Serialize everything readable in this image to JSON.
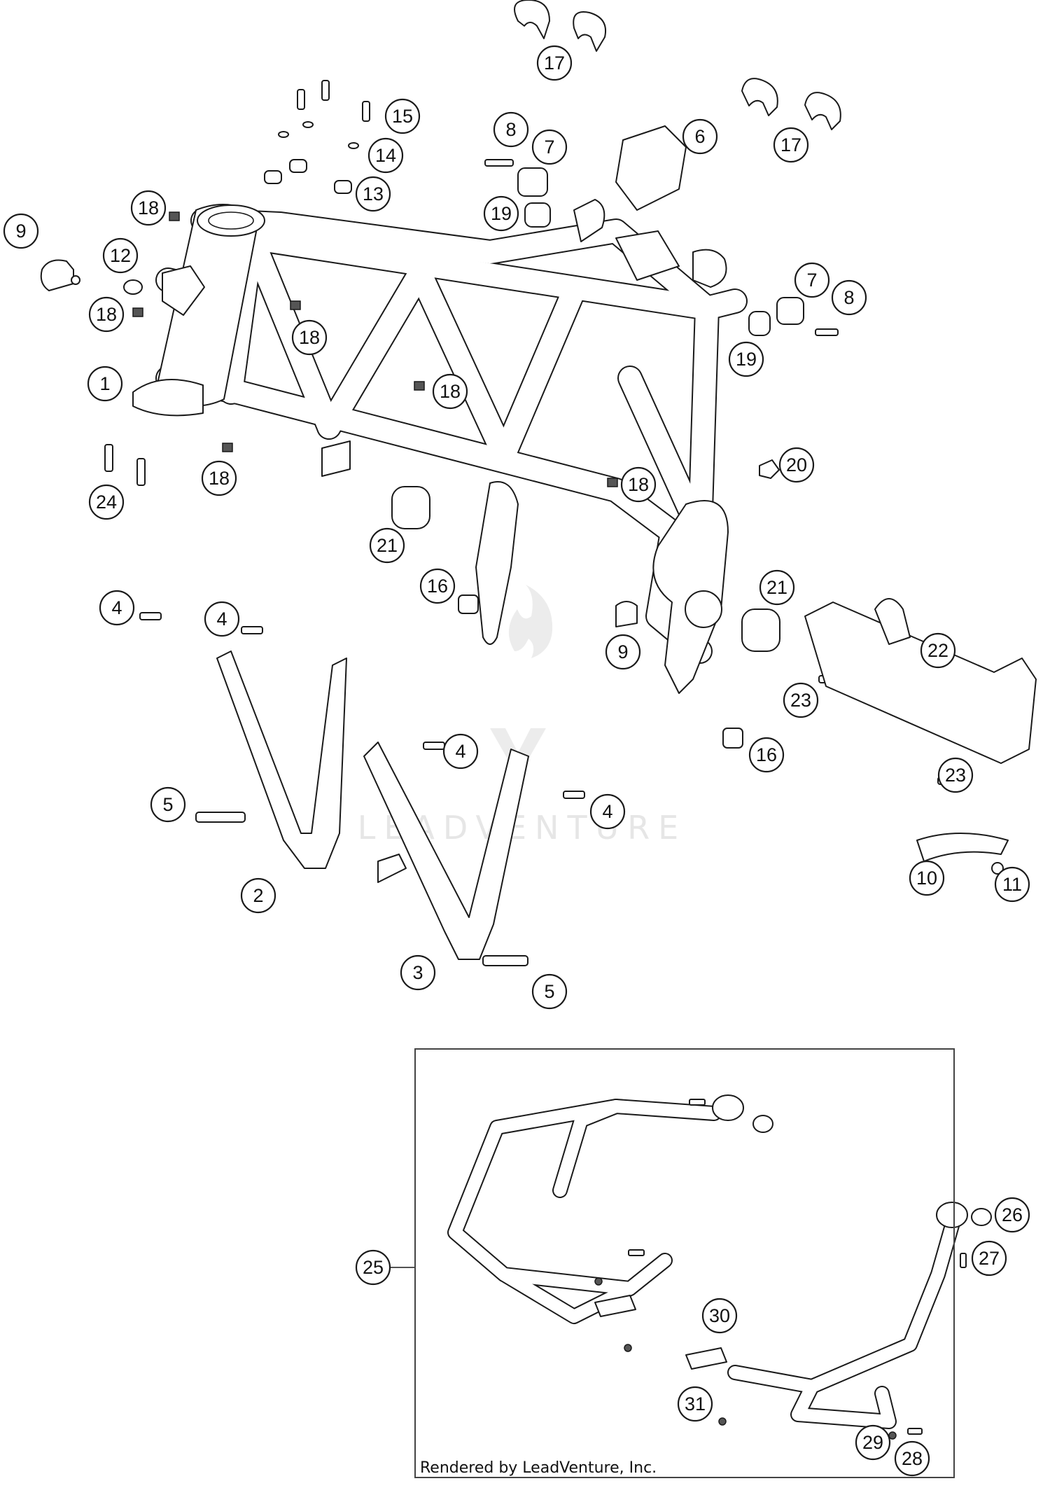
{
  "watermark": "LEADVENTURE",
  "credit": "Rendered by LeadVenture, Inc.",
  "callouts": [
    {
      "id": "c17a",
      "label": "17"
    },
    {
      "id": "c17b",
      "label": "17"
    },
    {
      "id": "c15",
      "label": "15"
    },
    {
      "id": "c14",
      "label": "14"
    },
    {
      "id": "c13",
      "label": "13"
    },
    {
      "id": "c8a",
      "label": "8"
    },
    {
      "id": "c7a",
      "label": "7"
    },
    {
      "id": "c6",
      "label": "6"
    },
    {
      "id": "c19a",
      "label": "19"
    },
    {
      "id": "c18a",
      "label": "18"
    },
    {
      "id": "c9a",
      "label": "9"
    },
    {
      "id": "c12",
      "label": "12"
    },
    {
      "id": "c18b",
      "label": "18"
    },
    {
      "id": "c18c",
      "label": "18"
    },
    {
      "id": "c7b",
      "label": "7"
    },
    {
      "id": "c8b",
      "label": "8"
    },
    {
      "id": "c19b",
      "label": "19"
    },
    {
      "id": "c1",
      "label": "1"
    },
    {
      "id": "c18d",
      "label": "18"
    },
    {
      "id": "c24",
      "label": "24"
    },
    {
      "id": "c18e",
      "label": "18"
    },
    {
      "id": "c20",
      "label": "20"
    },
    {
      "id": "c18f",
      "label": "18"
    },
    {
      "id": "c21a",
      "label": "21"
    },
    {
      "id": "c16a",
      "label": "16"
    },
    {
      "id": "c21b",
      "label": "21"
    },
    {
      "id": "c4a",
      "label": "4"
    },
    {
      "id": "c4b",
      "label": "4"
    },
    {
      "id": "c9b",
      "label": "9"
    },
    {
      "id": "c22",
      "label": "22"
    },
    {
      "id": "c23a",
      "label": "23"
    },
    {
      "id": "c4c",
      "label": "4"
    },
    {
      "id": "c16b",
      "label": "16"
    },
    {
      "id": "c23b",
      "label": "23"
    },
    {
      "id": "c5a",
      "label": "5"
    },
    {
      "id": "c4d",
      "label": "4"
    },
    {
      "id": "c2",
      "label": "2"
    },
    {
      "id": "c10",
      "label": "10"
    },
    {
      "id": "c11",
      "label": "11"
    },
    {
      "id": "c3",
      "label": "3"
    },
    {
      "id": "c5b",
      "label": "5"
    },
    {
      "id": "c26",
      "label": "26"
    },
    {
      "id": "c25",
      "label": "25"
    },
    {
      "id": "c27",
      "label": "27"
    },
    {
      "id": "c30",
      "label": "30"
    },
    {
      "id": "c31",
      "label": "31"
    },
    {
      "id": "c29",
      "label": "29"
    },
    {
      "id": "c28",
      "label": "28"
    }
  ]
}
